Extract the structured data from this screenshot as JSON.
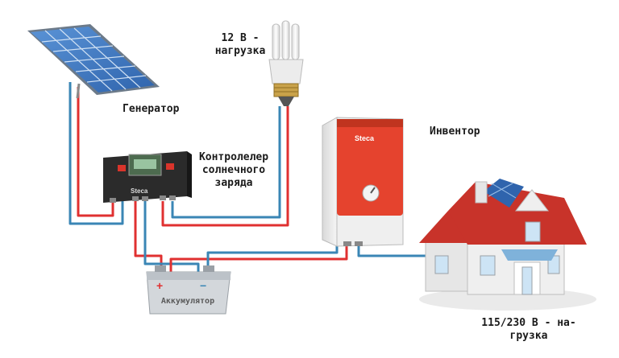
{
  "labels": {
    "generator": "Генератор",
    "load_12v_line1": "12 В -",
    "load_12v_line2": "нагрузка",
    "controller_line1": "Контролелер",
    "controller_line2": "солнечного",
    "controller_line3": "заряда",
    "inverter": "Инвентор",
    "load_230_line1": "115/230 В - на-",
    "load_230_line2": "грузка",
    "battery": "Аккумулятор",
    "battery_plus": "+",
    "battery_minus": "−",
    "controller_brand": "Steca",
    "inverter_brand": "Steca"
  },
  "colors": {
    "wire_positive": "#e03030",
    "wire_negative": "#3a86b5",
    "inverter_body": "#e5432e",
    "controller_body": "#2b2b2b",
    "panel_cells": "#3d78c2",
    "roof": "#c8332a"
  }
}
